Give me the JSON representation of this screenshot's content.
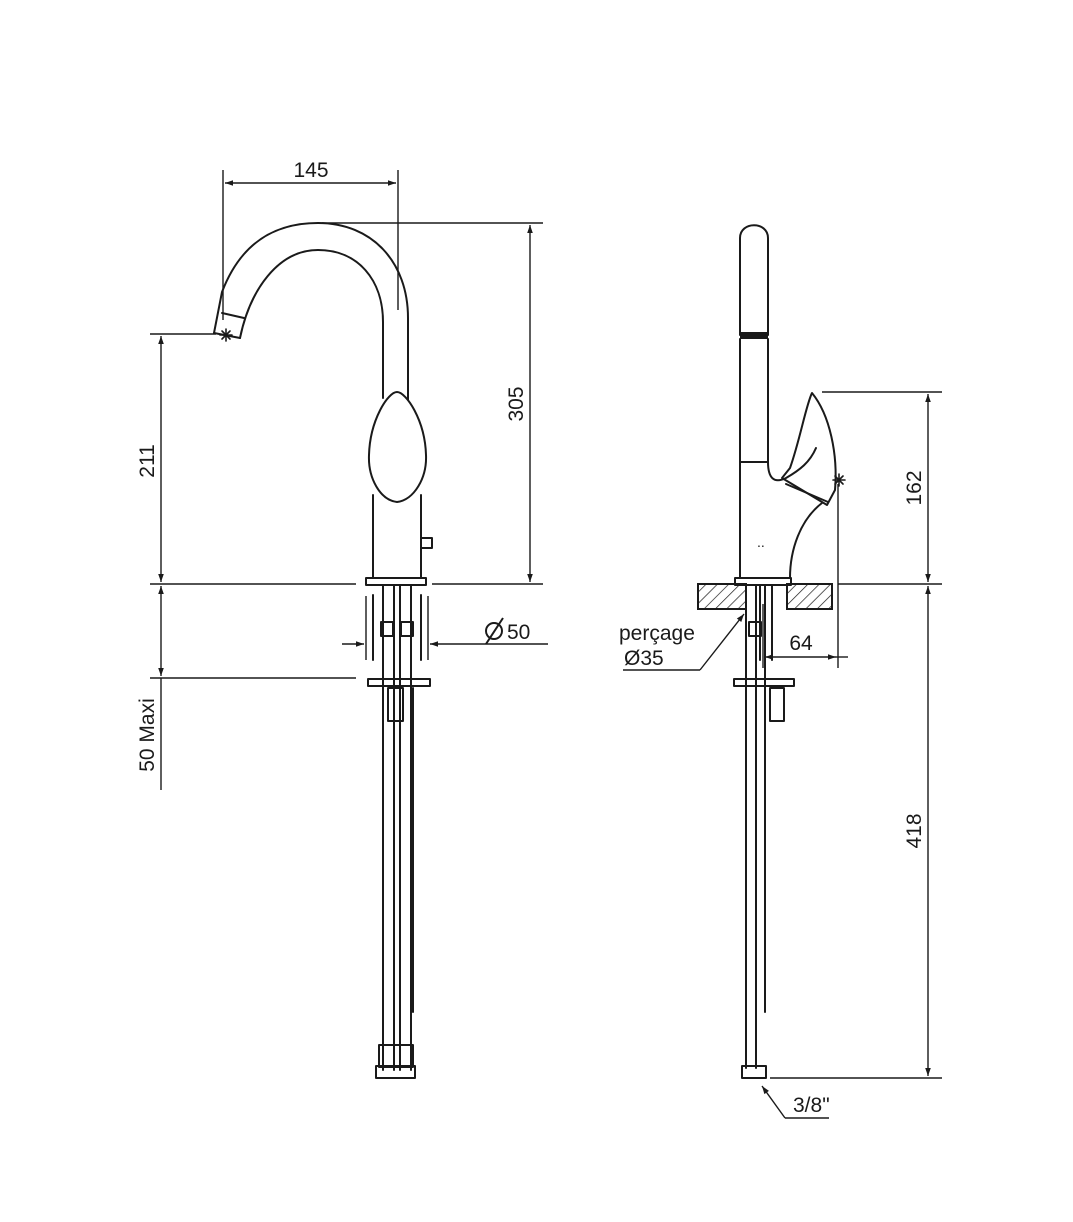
{
  "front_view": {
    "dim_spout_reach": "145",
    "dim_outlet_height": "211",
    "dim_total_height": "305",
    "dim_body_diameter": "50",
    "dim_deck_thickness": "50 Maxi"
  },
  "side_view": {
    "dim_lever_height": "162",
    "drilling_label": "perçage",
    "drilling_diameter": "Ø35",
    "dim_lever_offset": "64",
    "dim_hose_length": "418",
    "dim_connection": "3/8\""
  },
  "symbols": {
    "diameter_symbol": "diameter-icon",
    "flow_marker": "asterisk-icon"
  }
}
